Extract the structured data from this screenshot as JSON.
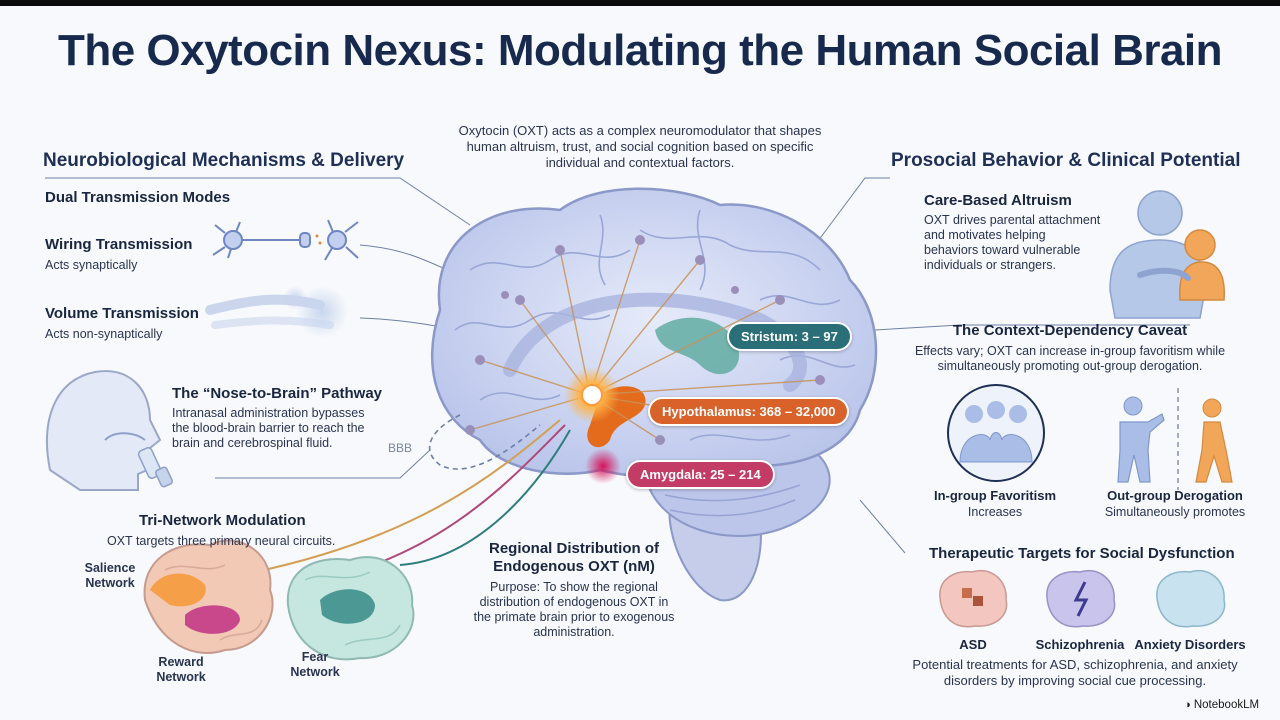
{
  "title": "The Oxytocin Nexus: Modulating the Human Social Brain",
  "intro": "Oxytocin (OXT) acts as a complex neuromodulator that shapes human altruism, trust, and social cognition based on specific individual and contextual factors.",
  "left": {
    "heading": "Neurobiological Mechanisms & Delivery",
    "dual": {
      "heading": "Dual Transmission Modes",
      "wiring": {
        "title": "Wiring Transmission",
        "desc": "Acts synaptically"
      },
      "volume": {
        "title": "Volume Transmission",
        "desc": "Acts non-synaptically"
      }
    },
    "nose": {
      "title": "The “Nose-to-Brain” Pathway",
      "desc1": "Intranasal administration bypasses",
      "desc2": "the blood-brain barrier to reach the",
      "desc3": "brain and cerebrospinal fluid.",
      "bbb": "BBB"
    },
    "tri": {
      "title": "Tri-Network Modulation",
      "desc": "OXT targets three primary neural circuits.",
      "salience1": "Salience",
      "salience2": "Network",
      "reward1": "Reward",
      "reward2": "Network",
      "fear1": "Fear",
      "fear2": "Network"
    }
  },
  "center": {
    "striatum": "Stristum: 3 – 97",
    "hypothalamus": "Hypothalamus: 368 – 32,000",
    "amygdala": "Amygdala: 25 – 214",
    "regional": {
      "title1": "Regional Distribution of",
      "title2": "Endogenous OXT (nM)",
      "desc1": "Purpose: To show the regional",
      "desc2": "distribution of endogenous OXT in",
      "desc3": "the primate brain prior to exogenous",
      "desc4": "administration."
    }
  },
  "right": {
    "heading": "Prosocial Behavior & Clinical Potential",
    "care": {
      "title": "Care-Based Altruism",
      "desc1": "OXT drives parental attachment",
      "desc2": "and motivates helping",
      "desc3": "behaviors toward vulnerable",
      "desc4": "individuals or strangers."
    },
    "context": {
      "title": "The Context-Dependency Caveat",
      "desc1": "Effects vary; OXT can increase in-group favoritism while",
      "desc2": "simultaneously promoting out-group derogation.",
      "ingroup": {
        "title": "In-group Favoritism",
        "desc": "Increases"
      },
      "outgroup": {
        "title": "Out-group Derogation",
        "desc": "Simultaneously promotes"
      }
    },
    "therapeutic": {
      "title": "Therapeutic Targets for Social Dysfunction",
      "asd": "ASD",
      "schizophrenia": "Schizophrenia",
      "anxiety": "Anxiety Disorders",
      "desc1": "Potential treatments for ASD, schizophrenia, and anxiety",
      "desc2": "disorders by improving social cue processing."
    }
  },
  "logo": "NotebookLM",
  "colors": {
    "navy": "#17294d",
    "striatum": "#2a6e78",
    "hypothalamus": "#d9612a",
    "amygdala": "#c23c65",
    "brain": "#c7d0ef"
  }
}
